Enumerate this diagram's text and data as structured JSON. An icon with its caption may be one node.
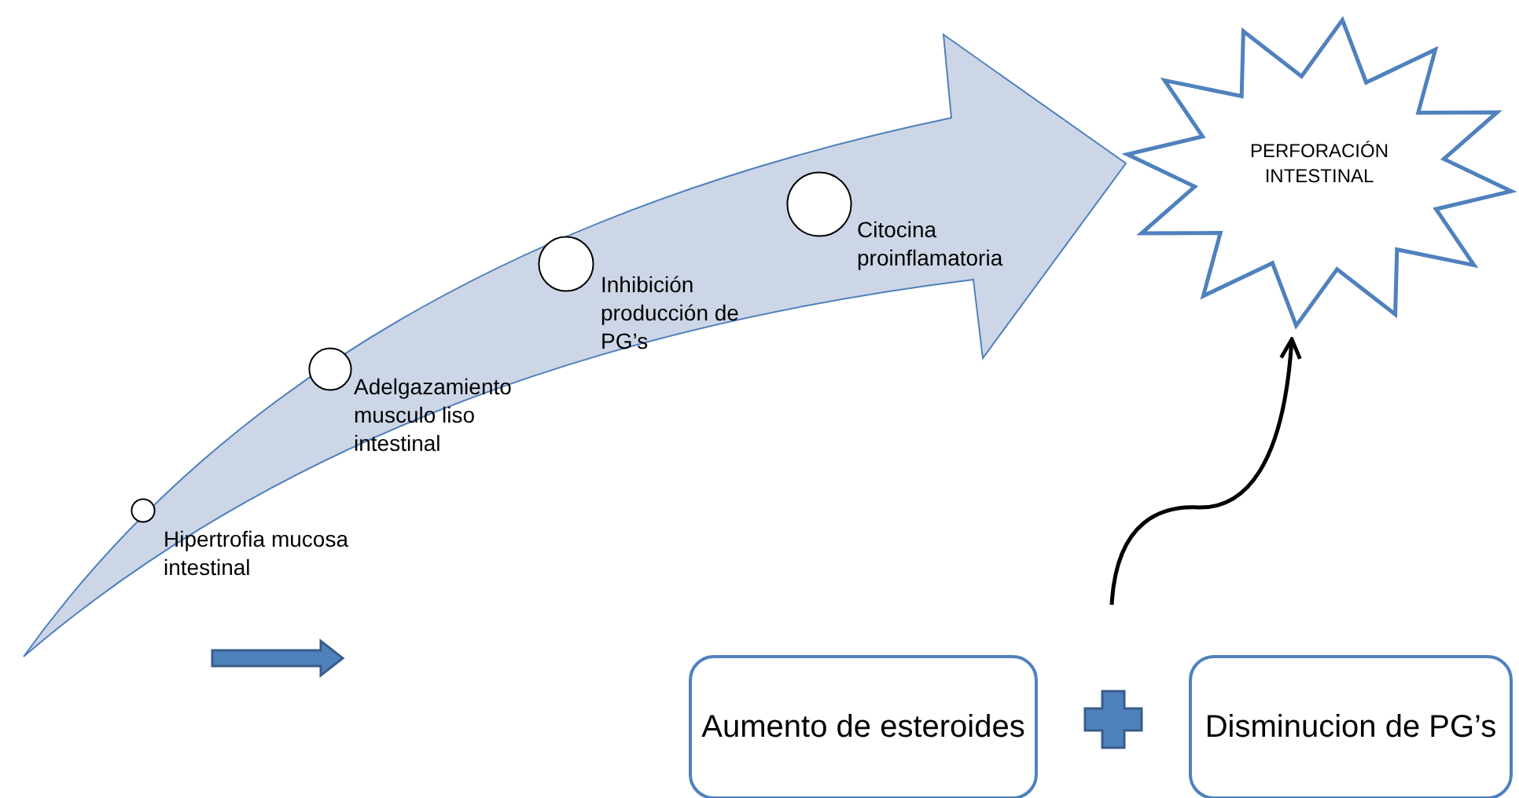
{
  "diagram": {
    "nodes": [
      {
        "text": [],
        "shape": "circle",
        "beside": [
          "Hipertrofia mucosa intestinal"
        ]
      },
      {
        "text": [],
        "shape": "circle",
        "beside": [
          "Adelgazamiento musculo liso intestinal"
        ]
      },
      {
        "text": [],
        "shape": "circle",
        "beside": [
          "Inhibición producción de PG’s"
        ]
      },
      {
        "text": [],
        "shape": "circle",
        "beside": [
          "Citocina proinflamatoria"
        ]
      },
      {
        "text": [
          "PERFORACIÓN INTESTINAL"
        ]
      },
      {
        "text": [
          "Aumento de esteroides"
        ]
      },
      {
        "text": [
          "Disminucion de PG’s"
        ]
      }
    ],
    "edges": [
      {
        "from": null,
        "to": 4,
        "arrow": "to",
        "style": "thick",
        "color": "#cdd6e6"
      },
      {
        "from": null,
        "to": 4,
        "arrow": "to"
      }
    ]
  }
}
